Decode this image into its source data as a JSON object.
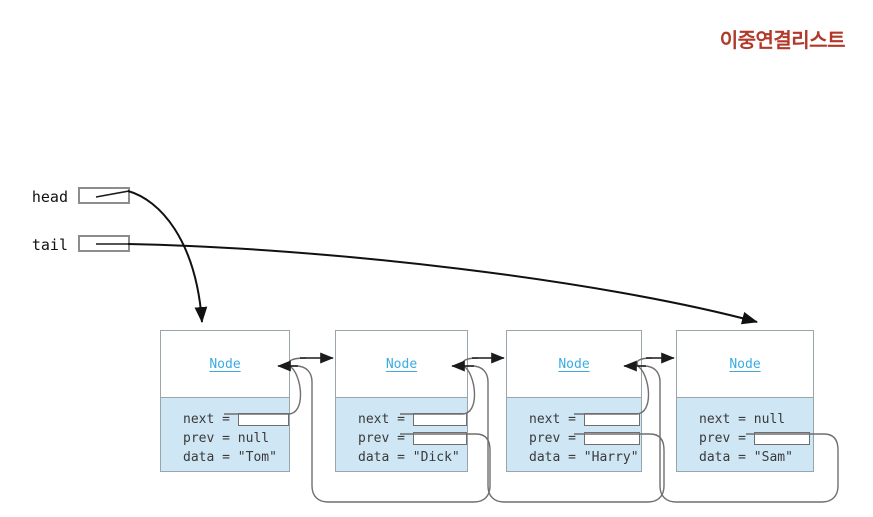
{
  "title": "이중연결리스트",
  "colors": {
    "title": "#b0392a",
    "node_title": "#3cabe0",
    "node_field_bg": "#cfe6f5",
    "node_border": "#9aa4ab",
    "wire_dark": "#111111",
    "wire_grey": "#6f6f6f",
    "canvas_bg": "#ffffff"
  },
  "pointers": [
    {
      "name": "head",
      "label": "head",
      "value": ""
    },
    {
      "name": "tail",
      "label": "tail",
      "value": ""
    }
  ],
  "node_type_label": "Node",
  "field_labels": {
    "next": "next = ",
    "prev": "prev = ",
    "data": "data = "
  },
  "null_literal": "null",
  "nodes": [
    {
      "title": "Node",
      "next_label": "next = ",
      "next_value": "",
      "next_is_null": false,
      "prev_label": "prev = ",
      "prev_value": "null",
      "prev_is_null": true,
      "data_label": "data = ",
      "data_value": "\"Tom\""
    },
    {
      "title": "Node",
      "next_label": "next = ",
      "next_value": "",
      "next_is_null": false,
      "prev_label": "prev = ",
      "prev_value": "",
      "prev_is_null": false,
      "data_label": "data = ",
      "data_value": "\"Dick\""
    },
    {
      "title": "Node",
      "next_label": "next = ",
      "next_value": "",
      "next_is_null": false,
      "prev_label": "prev = ",
      "prev_value": "",
      "prev_is_null": false,
      "data_label": "data = ",
      "data_value": "\"Harry\""
    },
    {
      "title": "Node",
      "next_label": "next = ",
      "next_value": "null",
      "next_is_null": true,
      "prev_label": "prev = ",
      "prev_value": "",
      "prev_is_null": false,
      "data_label": "data = ",
      "data_value": "\"Sam\""
    }
  ],
  "arrows": [
    {
      "name": "head-to-node1",
      "from": "head",
      "to": "node-1"
    },
    {
      "name": "tail-to-node4",
      "from": "tail",
      "to": "node-4"
    },
    {
      "name": "node1-next-to-node2",
      "from": "node-1-next",
      "to": "node-2"
    },
    {
      "name": "node2-next-to-node3",
      "from": "node-2-next",
      "to": "node-3"
    },
    {
      "name": "node3-next-to-node4",
      "from": "node-3-next",
      "to": "node-4"
    },
    {
      "name": "node2-prev-to-node1",
      "from": "node-2-prev",
      "to": "node-1"
    },
    {
      "name": "node3-prev-to-node2",
      "from": "node-3-prev",
      "to": "node-2"
    },
    {
      "name": "node4-prev-to-node3",
      "from": "node-4-prev",
      "to": "node-3"
    }
  ]
}
